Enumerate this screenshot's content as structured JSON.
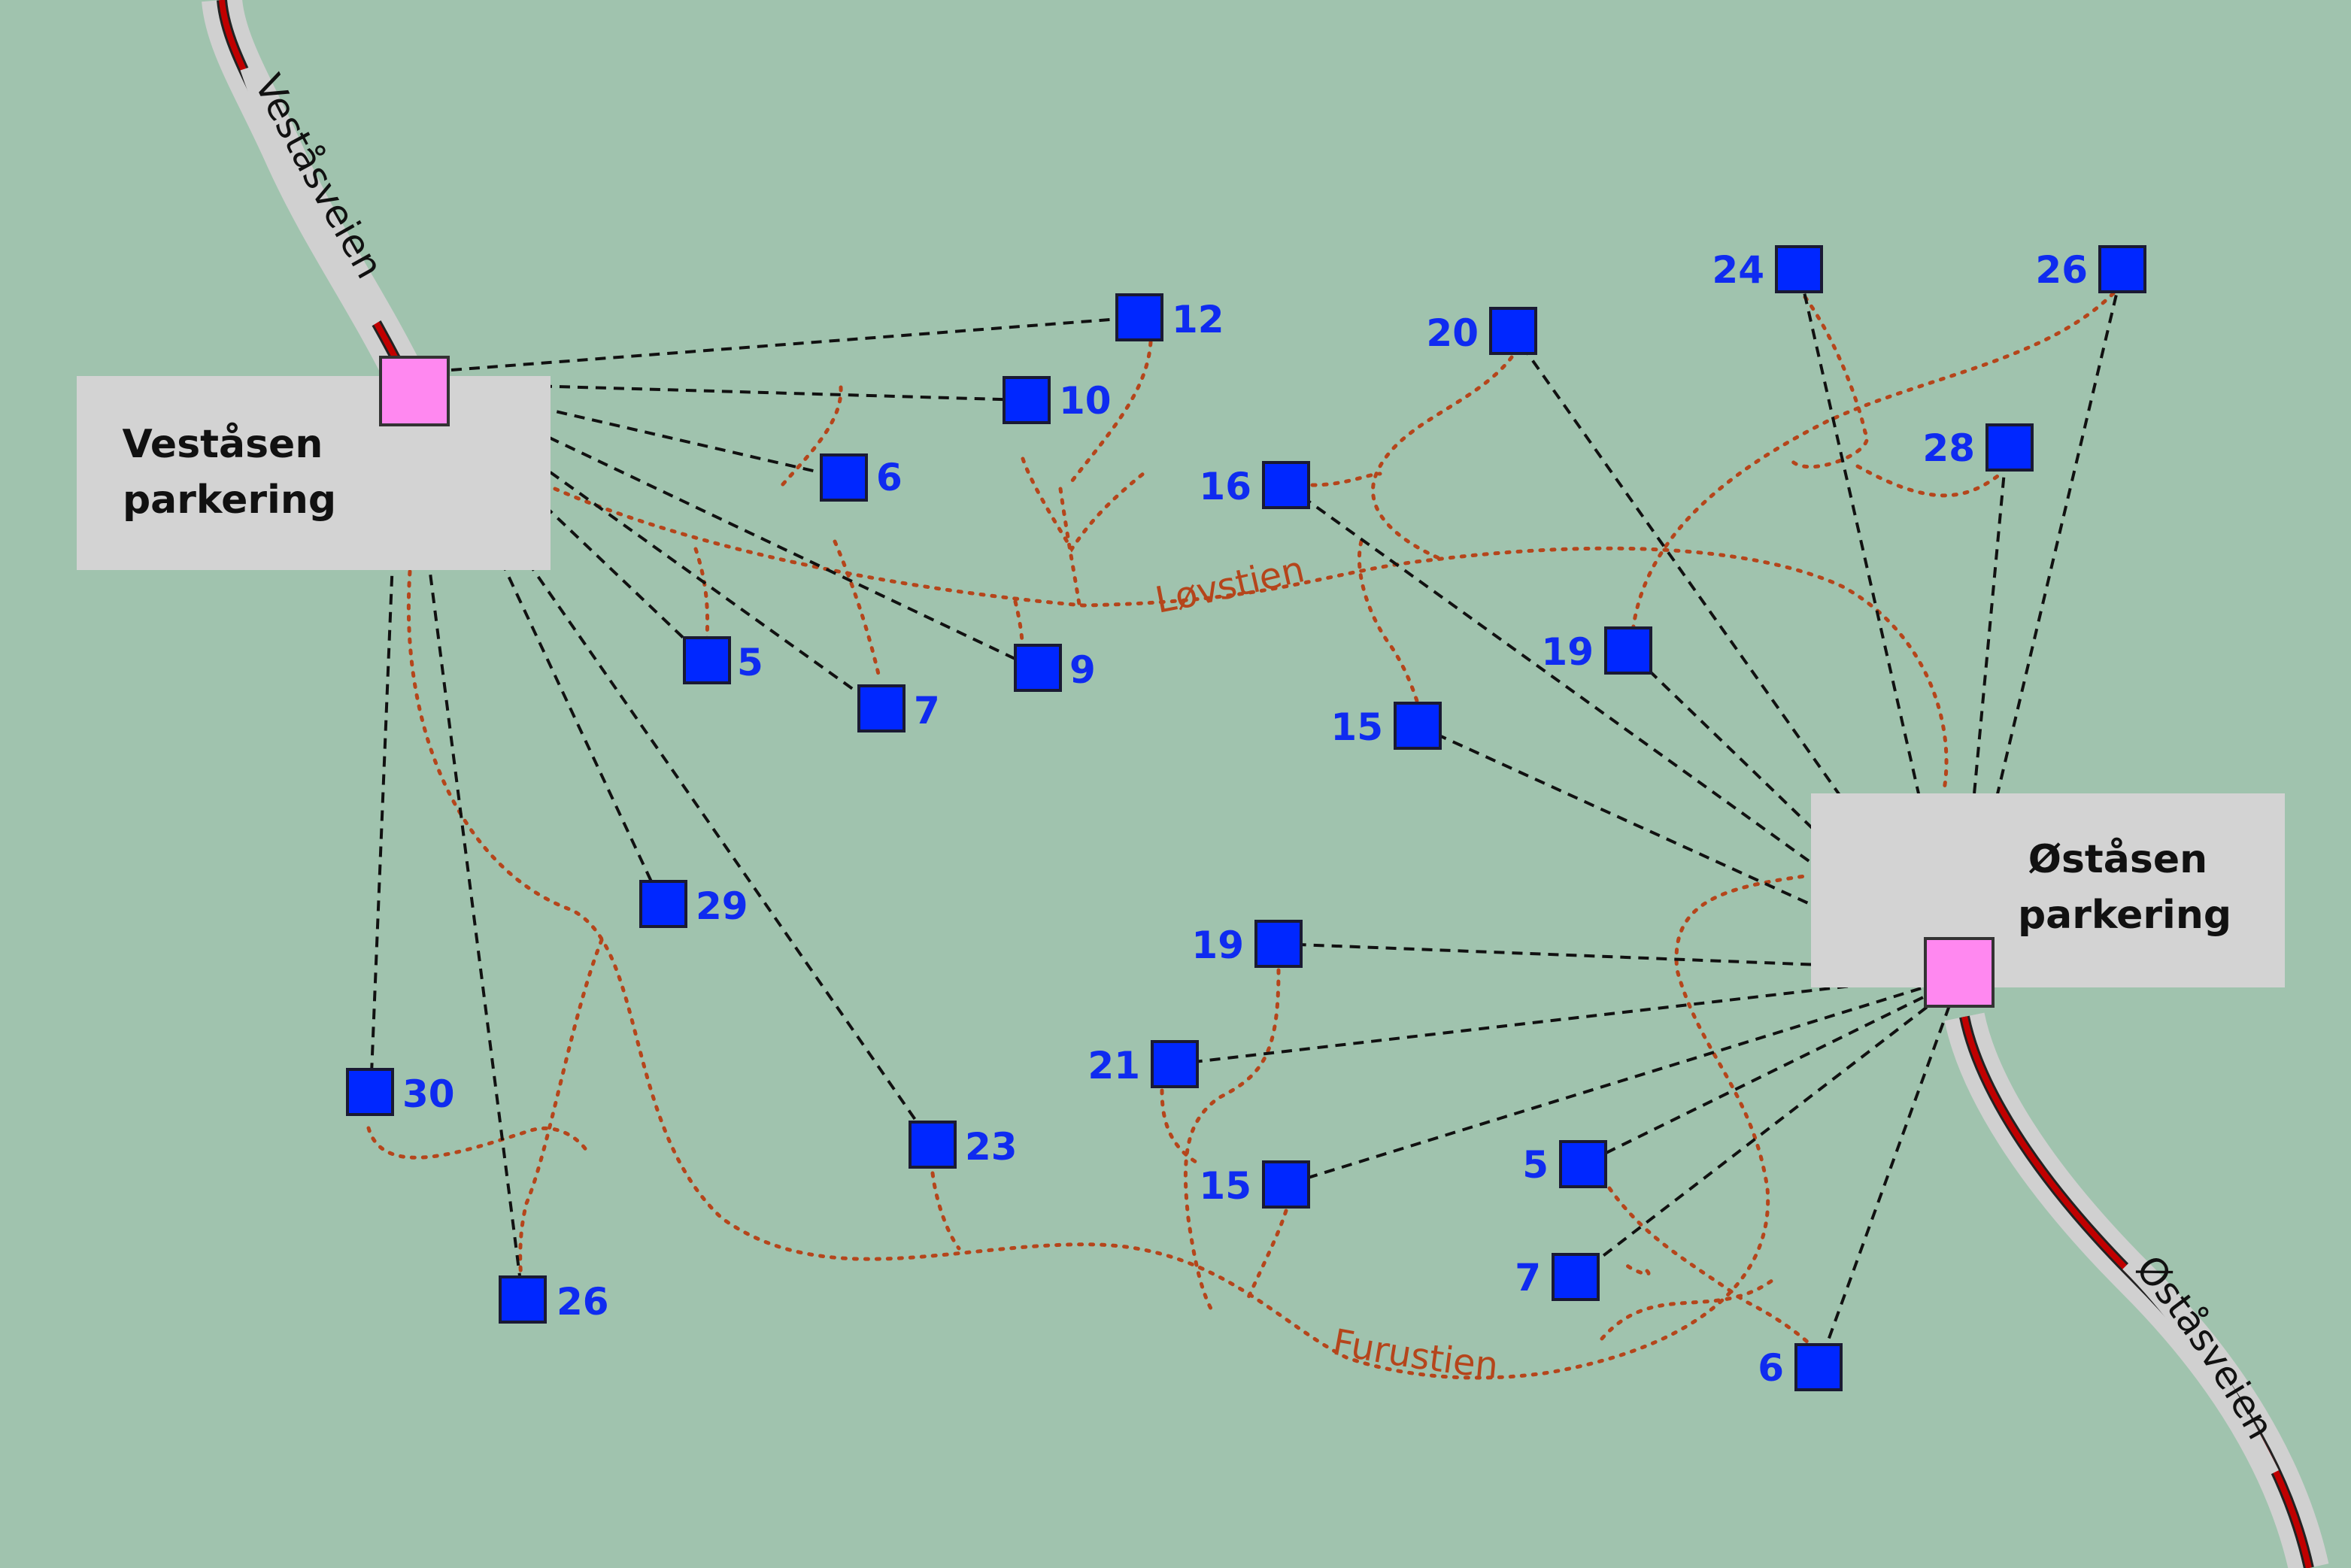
{
  "roads": {
    "west": "Veståsveien",
    "east": "Øståsveien"
  },
  "trails": {
    "north": "Løvstien",
    "south": "Furustien"
  },
  "parking": {
    "west": {
      "line1": "Veståsen",
      "line2": "parkering"
    },
    "east": {
      "line1": "Øståsen",
      "line2": "parkering"
    }
  },
  "sites": {
    "west": [
      "12",
      "10",
      "6",
      "5",
      "7",
      "9",
      "29",
      "30",
      "23",
      "26"
    ],
    "east": [
      "20",
      "24",
      "26",
      "28",
      "16",
      "19",
      "15",
      "19",
      "21",
      "15",
      "5",
      "7",
      "6"
    ]
  },
  "colors": {
    "background": "#a0c3ae",
    "site": "#0027ff",
    "site_label": "#0f2bf0",
    "parking_marker": "#ff88f0",
    "parking_label_bg": "#d3d3d3",
    "trail": "#b5451b",
    "road_center": "#c00000",
    "road_edge": "#d0d0d0",
    "connector": "#111111"
  }
}
